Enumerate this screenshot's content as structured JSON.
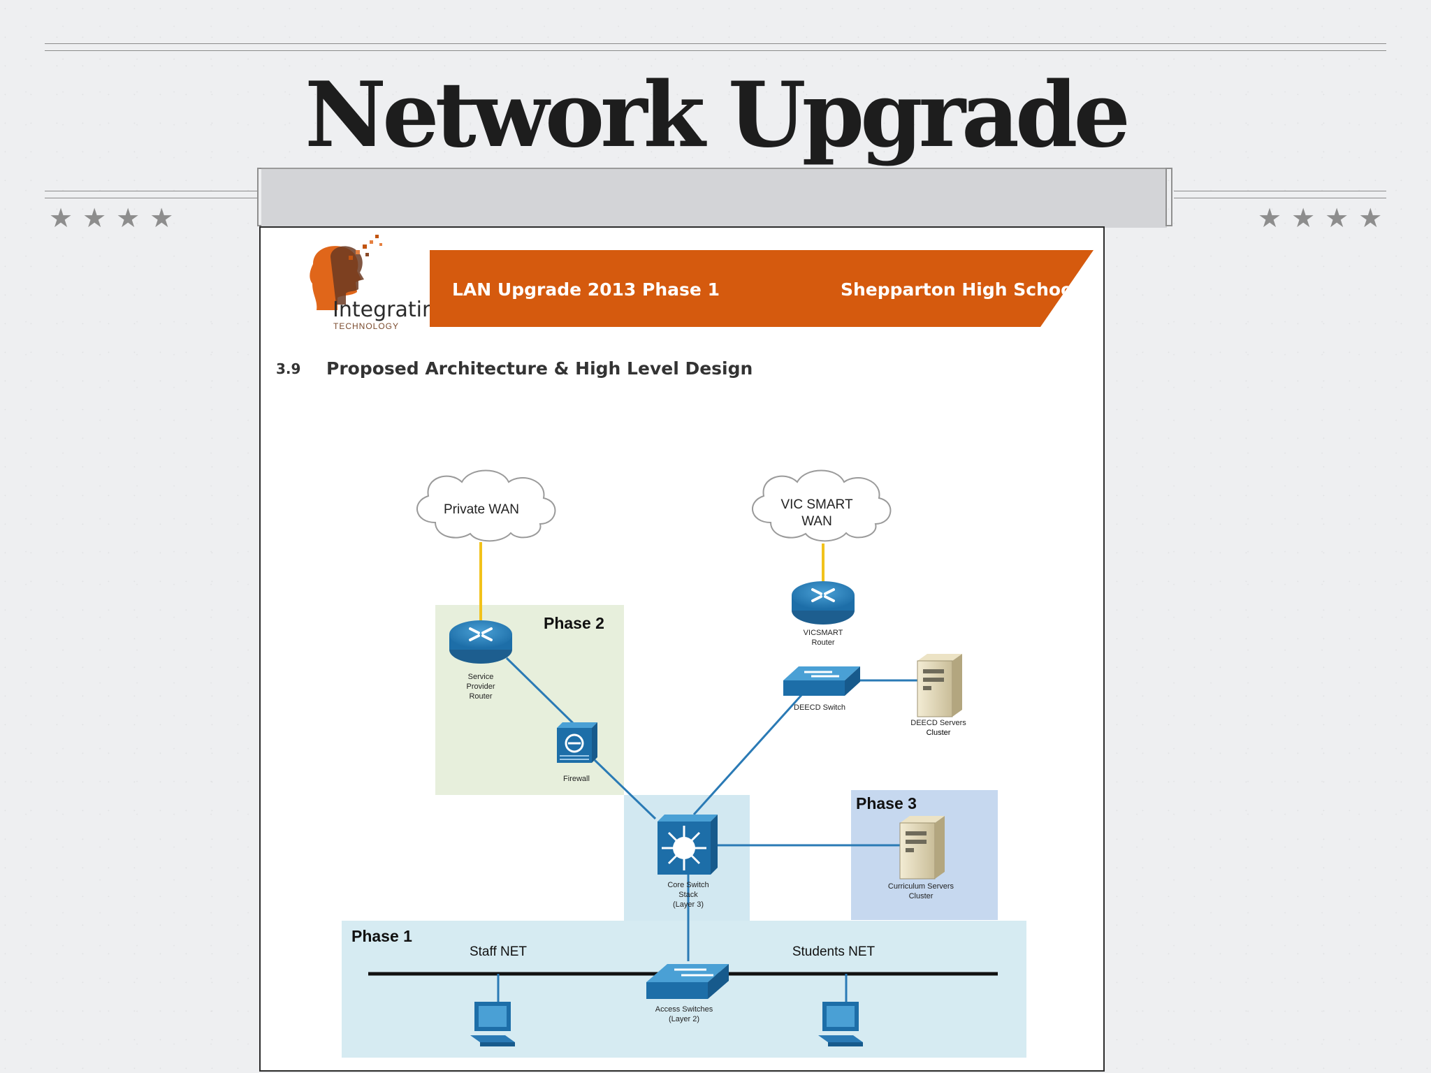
{
  "slide": {
    "title": "Network Upgrade",
    "stars_left": "★★★★",
    "stars_right": "★★★★"
  },
  "document": {
    "logo_text": "Integrating",
    "logo_subtext": "TECHNOLOGY",
    "header_left": "LAN Upgrade 2013 Phase 1",
    "header_right": "Shepparton High School",
    "section_number": "3.9",
    "section_title": "Proposed Architecture & High Level Design"
  },
  "diagram": {
    "clouds": {
      "private_wan": "Private WAN",
      "vic_smart_line1": "VIC SMART",
      "vic_smart_line2": "WAN"
    },
    "phases": {
      "phase1": "Phase 1",
      "phase2": "Phase 2",
      "phase3": "Phase 3"
    },
    "nets": {
      "staff": "Staff NET",
      "students": "Students NET"
    },
    "devices": {
      "service_router": [
        "Service",
        "Provider",
        "Router"
      ],
      "firewall": "Firewall",
      "vicsmart_router": [
        "VICSMART",
        "Router"
      ],
      "deecd_switch": "DEECD Switch",
      "deecd_servers": [
        "DEECD Servers",
        "Cluster"
      ],
      "core_switch": [
        "Core Switch",
        "Stack",
        "(Layer 3)"
      ],
      "curriculum_servers": [
        "Curriculum Servers",
        "Cluster"
      ],
      "access_switches": [
        "Access Switches",
        "(Layer 2)"
      ]
    },
    "colors": {
      "wan_link": "#f2c21b",
      "lan_link": "#2a7ab5",
      "phase1_bg": "#d6ebf2",
      "phase2_bg": "#e7efdc",
      "phase3_bg": "#c6d8ef",
      "core_bg": "#d2e8f1",
      "header_orange": "#d55a0e"
    }
  }
}
